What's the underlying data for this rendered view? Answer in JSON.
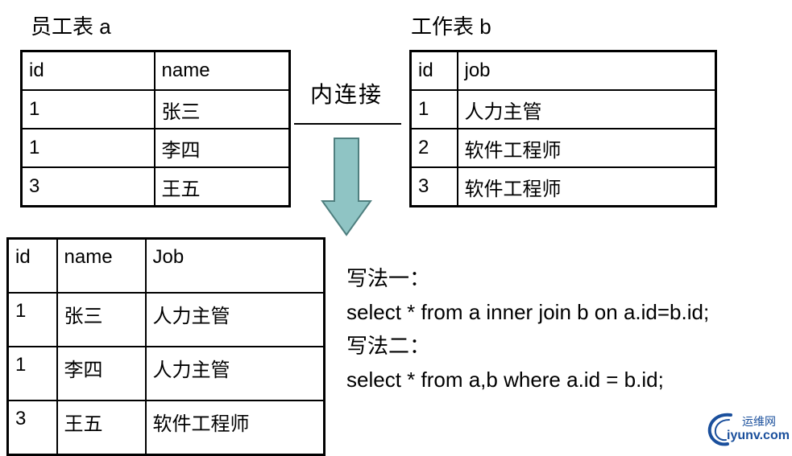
{
  "employee_table": {
    "title": "员工表 a",
    "headers": [
      "id",
      "name"
    ],
    "rows": [
      [
        "1",
        "张三"
      ],
      [
        "1",
        "李四"
      ],
      [
        "3",
        "王五"
      ]
    ]
  },
  "job_table": {
    "title": "工作表 b",
    "headers": [
      "id",
      "job"
    ],
    "rows": [
      [
        "1",
        "人力主管"
      ],
      [
        "2",
        "软件工程师"
      ],
      [
        "3",
        "软件工程师"
      ]
    ]
  },
  "join_label": "内连接",
  "result_table": {
    "headers": [
      "id",
      "name",
      "Job"
    ],
    "rows": [
      [
        "1",
        "张三",
        "人力主管"
      ],
      [
        "1",
        "李四",
        "人力主管"
      ],
      [
        "3",
        "王五",
        "软件工程师"
      ]
    ]
  },
  "sql": {
    "method1_label": "写法一：",
    "method1_query": "select * from a inner join b on a.id=b.id;",
    "method2_label": "写法二：",
    "method2_query": "select * from a,b where a.id = b.id;"
  },
  "watermark": {
    "top_text": "运维网",
    "bottom_text": "iyunv.com"
  },
  "colors": {
    "arrow_fill": "#8fc4c4",
    "arrow_stroke": "#4f7f7f",
    "logo_blue": "#1a4f9c"
  }
}
